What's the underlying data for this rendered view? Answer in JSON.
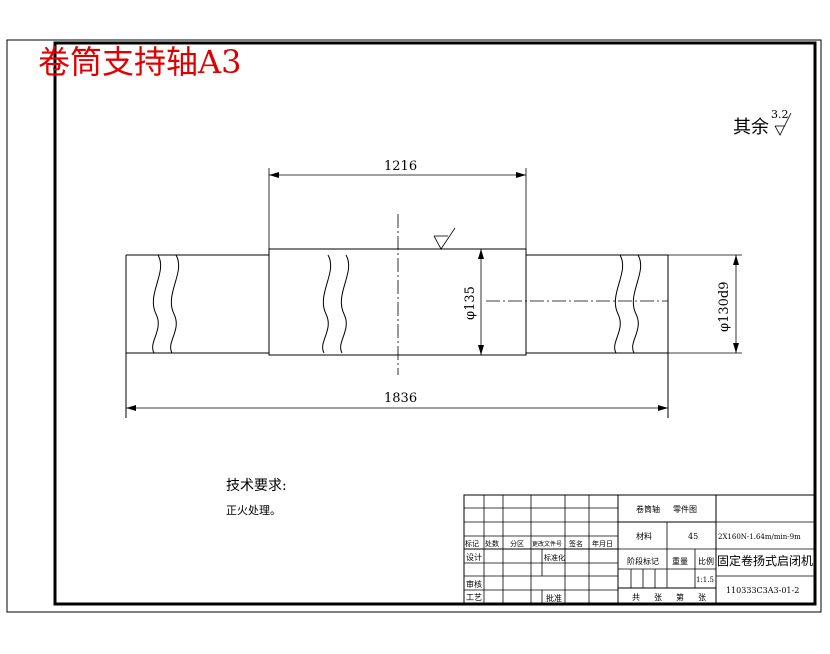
{
  "drawing": {
    "title_overlay": "卷筒支持轴A3",
    "roughness_note_prefix": "其余",
    "roughness_value": "3.2",
    "dimensions": {
      "length_center": "1216",
      "length_total": "1836",
      "dia_center": "φ135",
      "dia_journal": "φ130d9"
    },
    "tech_requirements_title": "技术要求:",
    "tech_requirements_item": "正火处理。"
  },
  "title_block": {
    "part_name": "卷筒轴",
    "drawing_type": "零件图",
    "material_label": "材料",
    "material_value": "45",
    "spec": "2X160N-1.64m/min-9m",
    "project_name": "固定卷扬式启闭机",
    "stage_label": "阶段标记",
    "weight_label": "重量",
    "scale_label": "比例",
    "scale_value": "1:1.5",
    "drawing_no": "110333C3A3-01-2",
    "total_label": "共",
    "sheets_label": "张",
    "sheet_label": "第",
    "sheet_unit": "张",
    "rev_headers": [
      "标记",
      "处数",
      "分区",
      "更改文件号",
      "签名",
      "年月日"
    ],
    "design_label": "设计",
    "standardize_label": "标准化",
    "review_label": "审核",
    "process_label": "工艺",
    "approve_label": "批准"
  }
}
